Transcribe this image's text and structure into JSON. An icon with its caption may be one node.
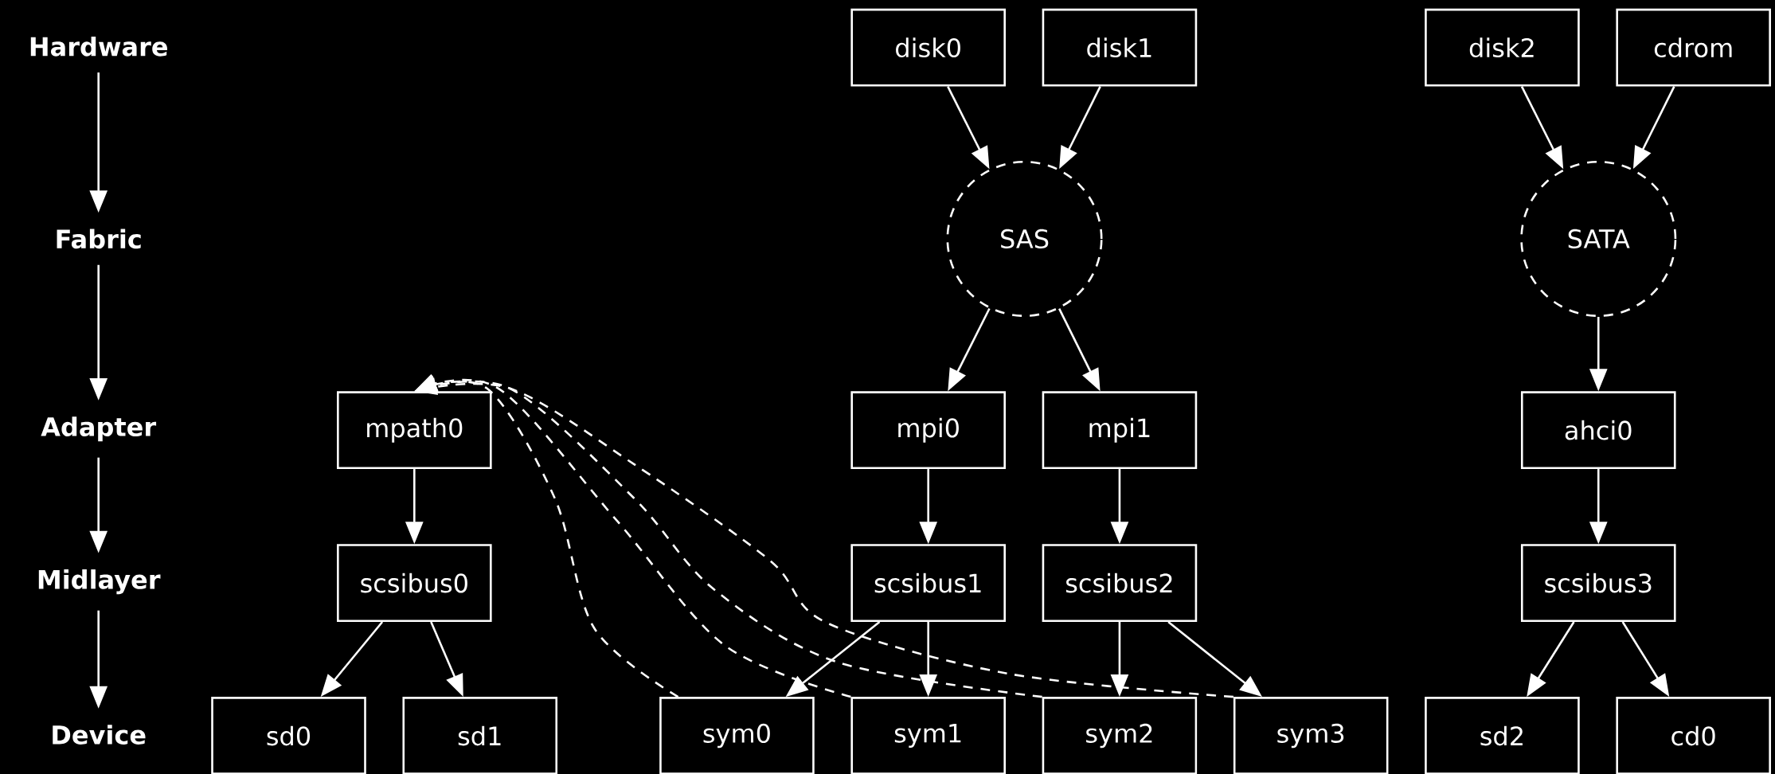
{
  "diagram": {
    "nodes": [
      {
        "text": [
          "Hardware"
        ]
      },
      {
        "text": [
          "Fabric"
        ]
      },
      {
        "text": [
          "Adapter"
        ]
      },
      {
        "text": [
          "Midlayer"
        ]
      },
      {
        "text": [
          "Device"
        ]
      },
      {
        "text": [
          "disk0"
        ]
      },
      {
        "text": [
          "disk1"
        ]
      },
      {
        "text": [
          "disk2"
        ]
      },
      {
        "text": [
          "cdrom"
        ]
      },
      {
        "text": [
          "SAS"
        ]
      },
      {
        "text": [
          "SATA"
        ]
      },
      {
        "text": [
          "mpath0"
        ]
      },
      {
        "text": [
          "mpi0"
        ]
      },
      {
        "text": [
          "mpi1"
        ]
      },
      {
        "text": [
          "ahci0"
        ]
      },
      {
        "text": [
          "scsibus0"
        ]
      },
      {
        "text": [
          "scsibus1"
        ]
      },
      {
        "text": [
          "scsibus2"
        ]
      },
      {
        "text": [
          "scsibus3"
        ]
      },
      {
        "text": [
          "sd0"
        ]
      },
      {
        "text": [
          "sd1"
        ]
      },
      {
        "text": [
          "sym0"
        ]
      },
      {
        "text": [
          "sym1"
        ]
      },
      {
        "text": [
          "sym2"
        ]
      },
      {
        "text": [
          "sym3"
        ]
      },
      {
        "text": [
          "sd2"
        ]
      },
      {
        "text": [
          "cd0"
        ]
      }
    ],
    "edges": [
      {
        "from": 0,
        "to": 1,
        "arrow": "to"
      },
      {
        "from": 1,
        "to": 2,
        "arrow": "to"
      },
      {
        "from": 2,
        "to": 3,
        "arrow": "to"
      },
      {
        "from": 3,
        "to": 4,
        "arrow": "to"
      },
      {
        "from": 5,
        "to": 9,
        "arrow": "to"
      },
      {
        "from": 6,
        "to": 9,
        "arrow": "to"
      },
      {
        "from": 7,
        "to": 10,
        "arrow": "to"
      },
      {
        "from": 8,
        "to": 10,
        "arrow": "to"
      },
      {
        "from": 9,
        "to": 12,
        "arrow": "to"
      },
      {
        "from": 9,
        "to": 13,
        "arrow": "to"
      },
      {
        "from": 10,
        "to": 14,
        "arrow": "to"
      },
      {
        "from": 11,
        "to": 15,
        "arrow": "to"
      },
      {
        "from": 12,
        "to": 16,
        "arrow": "to"
      },
      {
        "from": 13,
        "to": 17,
        "arrow": "to"
      },
      {
        "from": 14,
        "to": 18,
        "arrow": "to"
      },
      {
        "from": 15,
        "to": 19,
        "arrow": "to"
      },
      {
        "from": 15,
        "to": 20,
        "arrow": "to"
      },
      {
        "from": 16,
        "to": 21,
        "arrow": "to"
      },
      {
        "from": 16,
        "to": 22,
        "arrow": "to"
      },
      {
        "from": 17,
        "to": 23,
        "arrow": "to"
      },
      {
        "from": 17,
        "to": 24,
        "arrow": "to"
      },
      {
        "from": 18,
        "to": 25,
        "arrow": "to"
      },
      {
        "from": 18,
        "to": 26,
        "arrow": "to"
      },
      {
        "from": 21,
        "to": 11,
        "arrow": "to",
        "style": "dashed"
      },
      {
        "from": 22,
        "to": 11,
        "arrow": "to",
        "style": "dashed"
      },
      {
        "from": 23,
        "to": 11,
        "arrow": "to",
        "style": "dashed"
      },
      {
        "from": 24,
        "to": 11,
        "arrow": "to",
        "style": "dashed"
      }
    ]
  }
}
